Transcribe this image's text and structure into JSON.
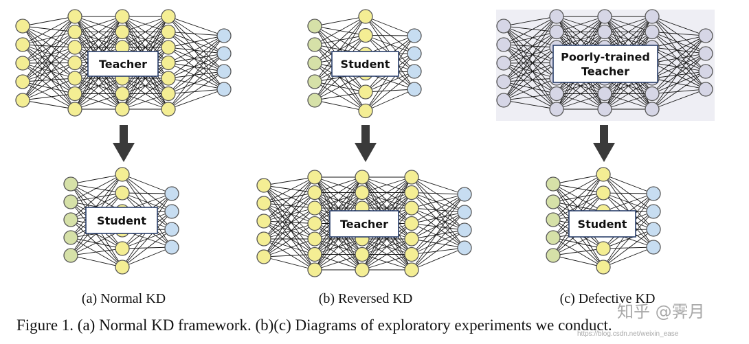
{
  "panels": [
    {
      "id": "a",
      "top": {
        "label": [
          "Teacher"
        ],
        "box": "shaded-none"
      },
      "bottom": {
        "label": [
          "Student"
        ]
      },
      "subcaption": "(a)  Normal KD"
    },
    {
      "id": "b",
      "top": {
        "label": [
          "Student"
        ]
      },
      "bottom": {
        "label": [
          "Teacher"
        ]
      },
      "subcaption": "(b)  Reversed KD"
    },
    {
      "id": "c",
      "top": {
        "label": [
          "Poorly-trained",
          "Teacher"
        ]
      },
      "bottom": {
        "label": [
          "Student"
        ]
      },
      "subcaption": "(c)  Defective KD"
    }
  ],
  "figure_caption": "Figure 1. (a) Normal KD framework. (b)(c) Diagrams of exploratory experiments we conduct.",
  "watermark": {
    "main": "知乎 @霁月",
    "url": "https://blog.csdn.net/weixin_ease"
  },
  "colors": {
    "yellow_node": "#f4ee94",
    "green_node": "#d6e1a8",
    "blue_node": "#c7ddf1",
    "gray_node": "#d6d6e6",
    "gray_panel_bg": "#eeeef4",
    "arrow": "#3a3a3a",
    "label_border": "#2a3f6b"
  }
}
